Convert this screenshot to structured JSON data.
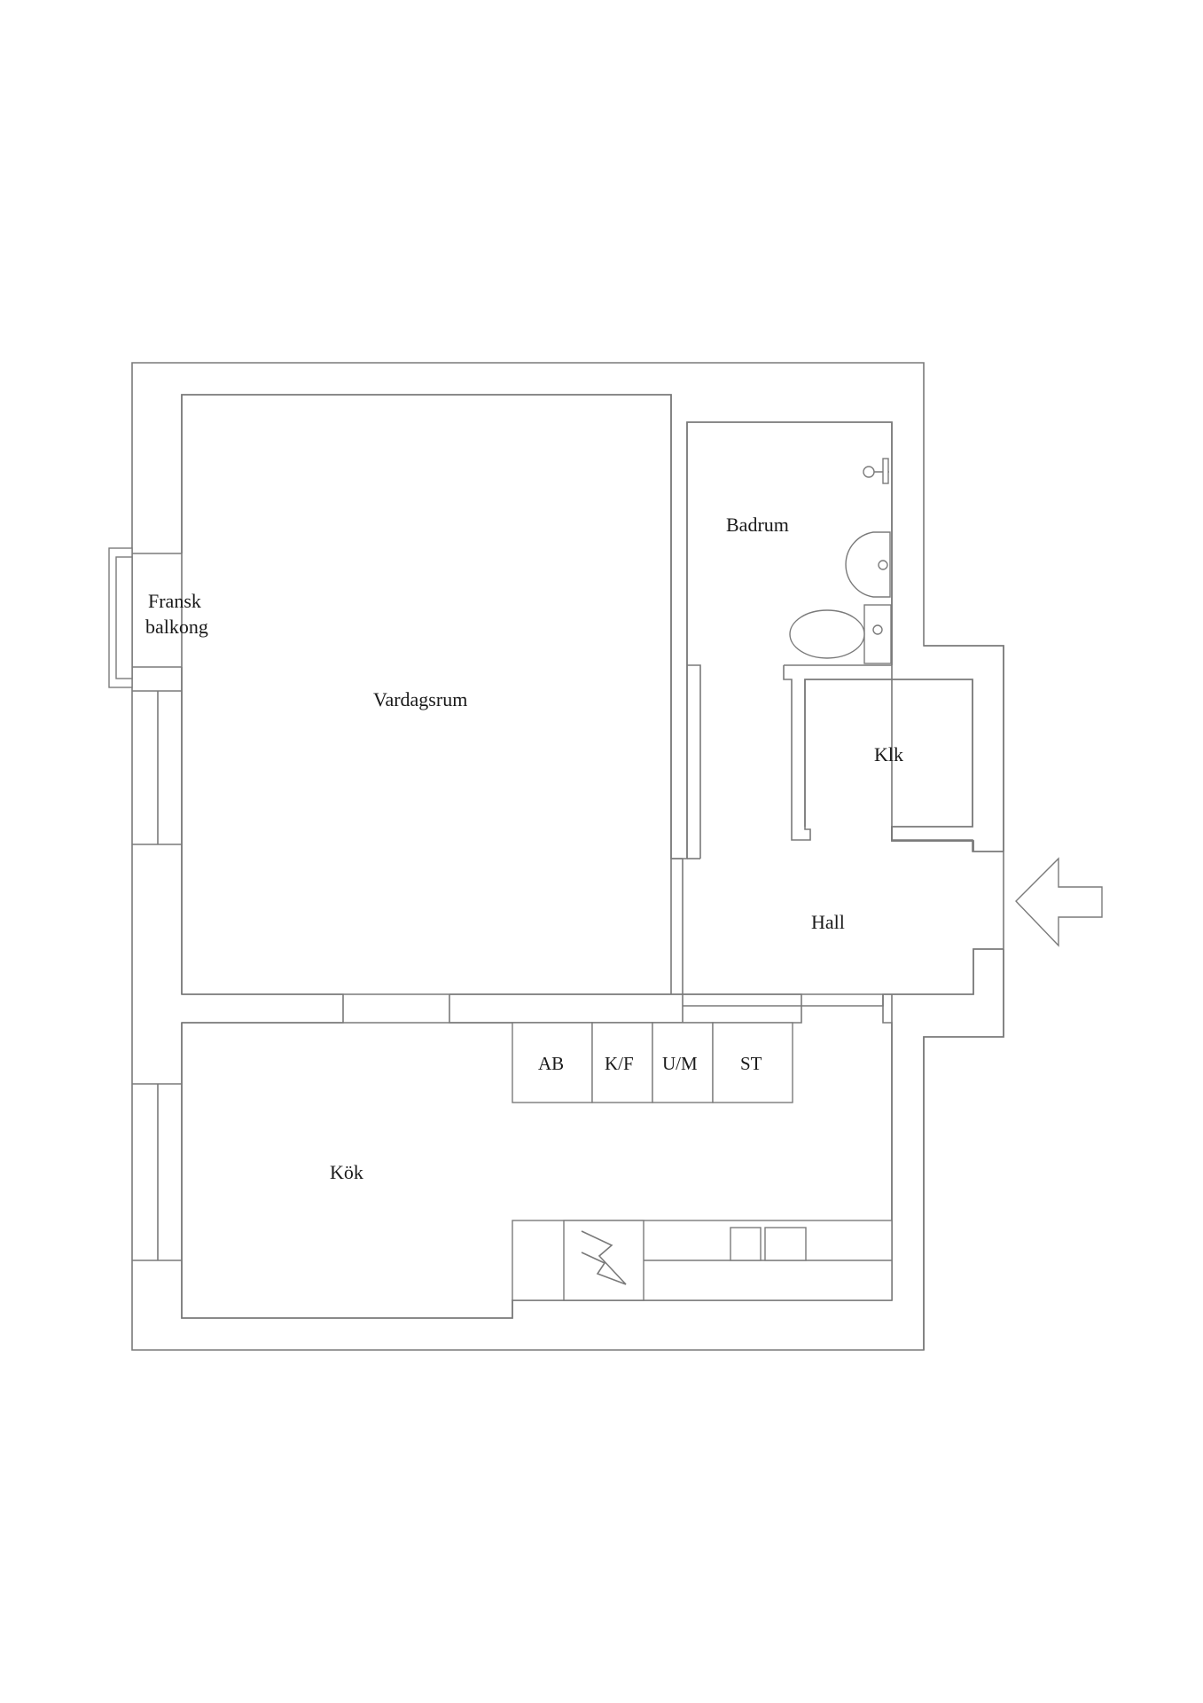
{
  "rooms": {
    "living": "Vardagsrum",
    "bathroom": "Badrum",
    "balcony_line1": "Fransk",
    "balcony_line2": "balkong",
    "closet": "Klk",
    "hall": "Hall",
    "kitchen": "Kök"
  },
  "appliances": {
    "ab": "AB",
    "kf": "K/F",
    "um": "U/M",
    "st": "ST"
  },
  "colors": {
    "line": "#7a7a7a",
    "text": "#1a1a1a",
    "background": "#ffffff"
  },
  "icons": [
    "entrance-arrow-icon",
    "toilet-icon",
    "sink-icon",
    "shower-icon",
    "stove-icon"
  ]
}
